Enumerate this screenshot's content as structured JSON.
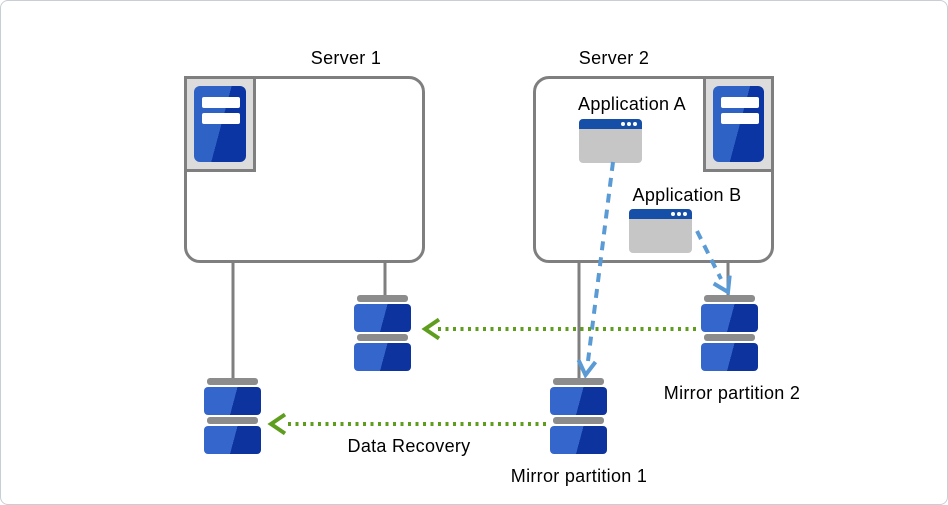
{
  "diagram": {
    "title_context": "Mirror partition data recovery between two servers",
    "server1": {
      "title": "Server 1"
    },
    "server2": {
      "title": "Server 2",
      "app_a_label": "Application A",
      "app_b_label": "Application B"
    },
    "labels": {
      "mirror_partition_1": "Mirror partition 1",
      "mirror_partition_2": "Mirror partition 2",
      "data_recovery": "Data Recovery"
    },
    "icons": {
      "server_tower": "server-tower-icon",
      "app_window": "app-window-icon",
      "disk_partition": "disk-partition-icon"
    },
    "colors": {
      "box_border_gray": "#7f7f7f",
      "icon_frame_gray": "#dcdcdc",
      "window_body_gray": "#c6c6c6",
      "titlebar_blue": "#164fa8",
      "disk_blue_light": "#3566cc",
      "disk_blue_dark": "#0c339e",
      "disk_cap_gray": "#8c8c8c",
      "arrow_green": "#5f9d1e",
      "arrow_blue": "#5b9bd5"
    }
  }
}
